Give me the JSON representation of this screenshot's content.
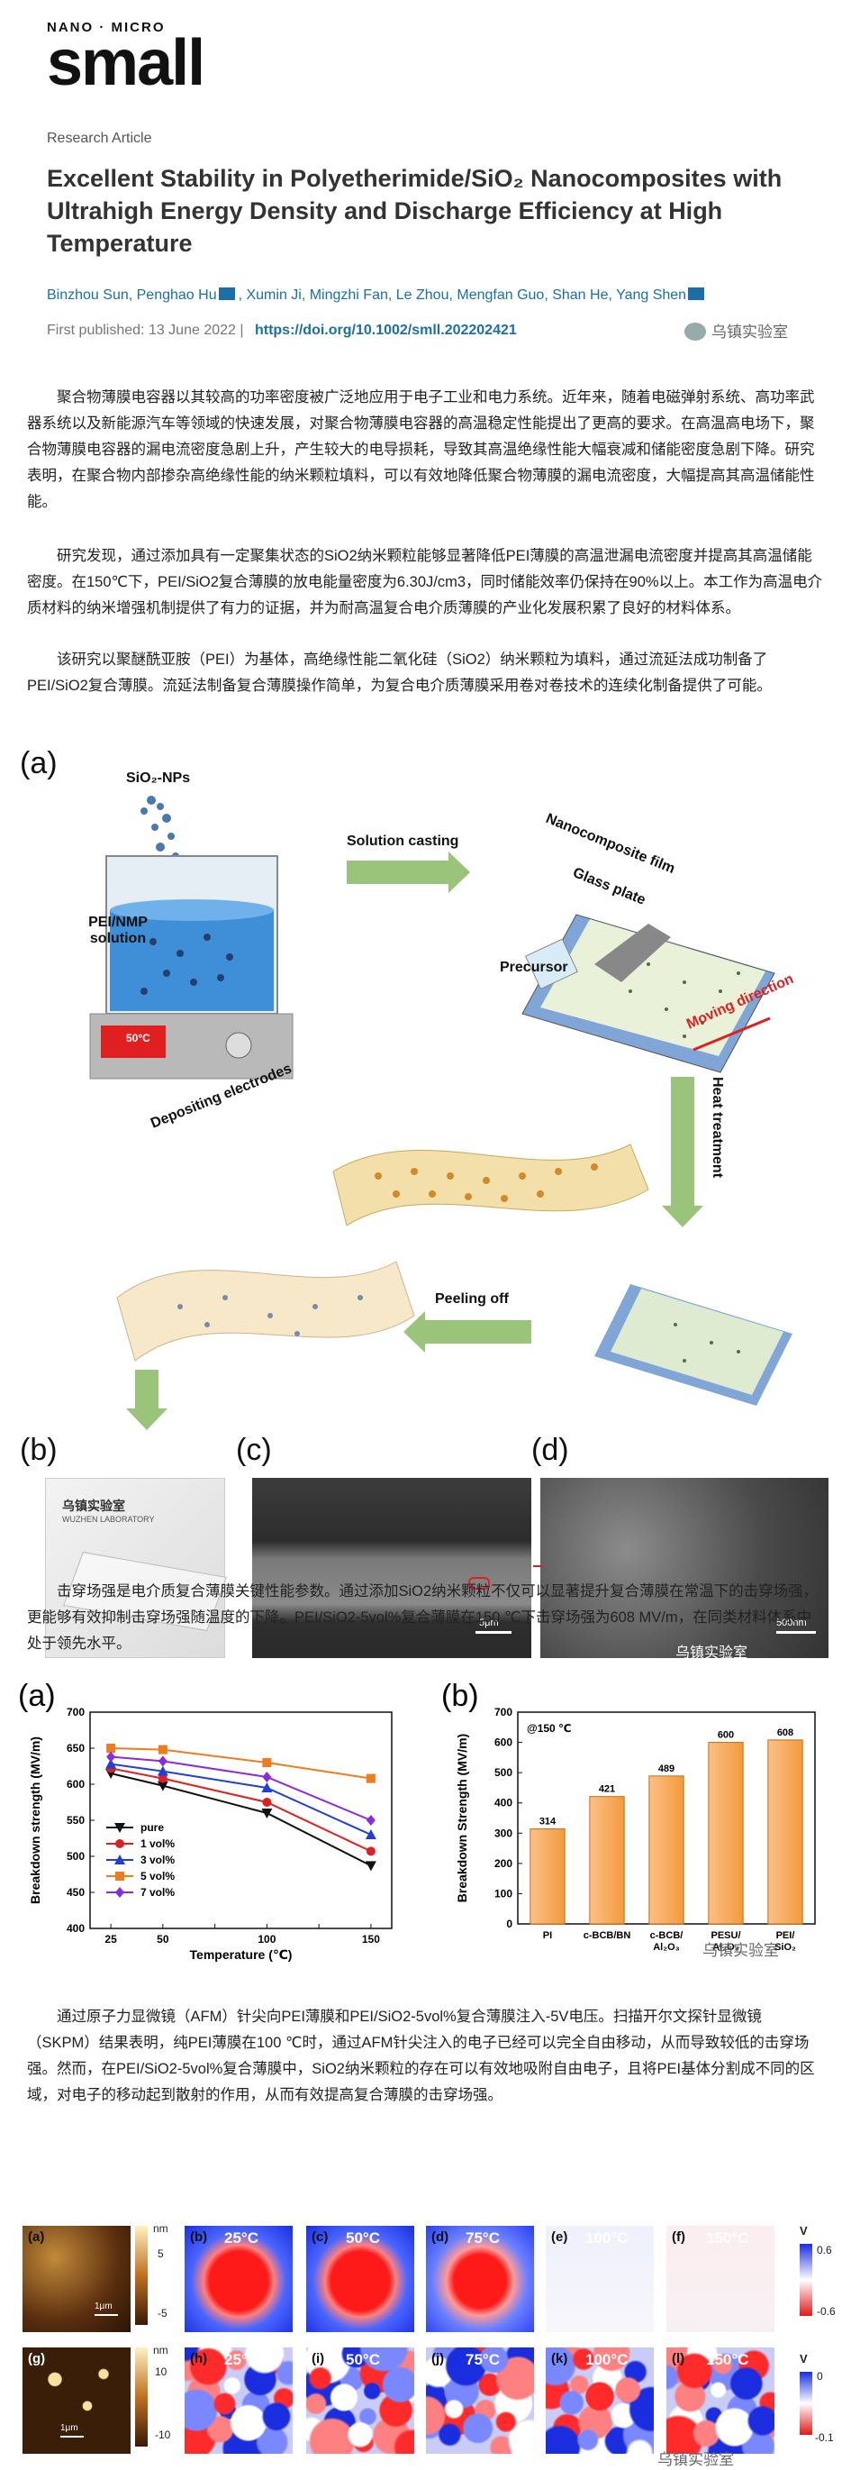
{
  "journal": {
    "top": "NANO · MICRO",
    "name": "small"
  },
  "article_type": "Research Article",
  "title": "Excellent Stability in Polyetherimide/SiO₂ Nanocomposites with Ultrahigh Energy Density and Discharge Efficiency at High Temperature",
  "authors_a": "Binzhou Sun, Penghao Hu",
  "authors_b": "Xumin Ji, Mingzhi Fan, Le Zhou, Mengfan Guo, Shan He, Yang Shen",
  "published_label": "First published: 13 June 2022",
  "doi": "https://doi.org/10.1002/smll.202202421",
  "watermark": "乌镇实验室",
  "paragraphs": {
    "p1": "聚合物薄膜电容器以其较高的功率密度被广泛地应用于电子工业和电力系统。近年来，随着电磁弹射系统、高功率武器系统以及新能源汽车等领域的快速发展，对聚合物薄膜电容器的高温稳定性能提出了更高的要求。在高温高电场下，聚合物薄膜电容器的漏电流密度急剧上升，产生较大的电导损耗，导致其高温绝缘性能大幅衰减和储能密度急剧下降。研究表明，在聚合物内部掺杂高绝缘性能的纳米颗粒填料，可以有效地降低聚合物薄膜的漏电流密度，大幅提高其高温储能性能。",
    "p2": "研究发现，通过添加具有一定聚集状态的SiO2纳米颗粒能够显著降低PEI薄膜的高温泄漏电流密度并提高其高温储能密度。在150℃下，PEI/SiO2复合薄膜的放电能量密度为6.30J/cm3，同时储能效率仍保持在90%以上。本工作为高温电介质材料的纳米增强机制提供了有力的证据，并为耐高温复合电介质薄膜的产业化发展积累了良好的材料体系。",
    "p3": "该研究以聚醚酰亚胺（PEI）为基体，高绝缘性能二氧化硅（SiO2）纳米颗粒为填料，通过流延法成功制备了PEI/SiO2复合薄膜。流延法制备复合薄膜操作简单，为复合电介质薄膜采用卷对卷技术的连续化制备提供了可能。",
    "p4": "击穿场强是电介质复合薄膜关键性能参数。通过添加SiO2纳米颗粒不仅可以显著提升复合薄膜在常温下的击穿场强，更能够有效抑制击穿场强随温度的下降。PEI/SiO2-5vol%复合薄膜在150 ℃下击穿场强为608 MV/m，在同类材料体系中处于领先水平。",
    "p5": "通过原子力显微镜（AFM）针尖向PEI薄膜和PEI/SiO2-5vol%复合薄膜注入-5V电压。扫描开尔文探针显微镜（SKPM）结果表明，纯PEI薄膜在100 ℃时，通过AFM针尖注入的电子已经可以完全自由移动，从而导致较低的击穿场强。然而，在PEI/SiO2-5vol%复合薄膜中，SiO2纳米颗粒的存在可以有效地吸附自由电子，且将PEI基体分割成不同的区域，对电子的移动起到散射的作用，从而有效提高复合薄膜的击穿场强。"
  },
  "figure1": {
    "labels": [
      "(a)",
      "(b)",
      "(c)",
      "(d)"
    ],
    "sio2": "SiO₂-NPs",
    "pei_nmp": "PEI/NMP solution",
    "heater_temp": "50°C",
    "solution_casting": "Solution casting",
    "nanocomposite_film": "Nanocomposite film",
    "glass_plate": "Glass plate",
    "precursor": "Precursor",
    "moving_direction": "Moving direction",
    "heat_treatment": "Heat treatment",
    "peeling_off": "Peeling off",
    "depositing_electrodes": "Depositing electrodes",
    "photo_text": "乌镇实验室",
    "photo_sub": "WUZHEN LABORATORY",
    "scale_c": "5μm",
    "scale_d": "500nm"
  },
  "chart_data": [
    {
      "type": "line",
      "label": "(a)",
      "x": [
        25,
        50,
        100,
        150
      ],
      "xlabel": "Temperature (℃)",
      "ylabel": "Breakdown strength (MV/m)",
      "ylim": [
        400,
        700
      ],
      "xticks": [
        "25",
        "50",
        "75",
        "100",
        "125",
        "150"
      ],
      "yticks": [
        "400",
        "450",
        "500",
        "550",
        "600",
        "650",
        "700"
      ],
      "legend": "bottom-left",
      "series": [
        {
          "name": "pure",
          "color": "#111111",
          "marker": "triangle-down",
          "values": [
            615,
            598,
            560,
            487
          ]
        },
        {
          "name": "1 vol%",
          "color": "#e02020",
          "marker": "circle",
          "values": [
            622,
            608,
            575,
            507
          ]
        },
        {
          "name": "3 vol%",
          "color": "#1f3fd6",
          "marker": "triangle-up",
          "values": [
            628,
            618,
            595,
            530
          ]
        },
        {
          "name": "5 vol%",
          "color": "#f07c1c",
          "marker": "square",
          "values": [
            650,
            648,
            630,
            608
          ]
        },
        {
          "name": "7 vol%",
          "color": "#8a2be2",
          "marker": "diamond",
          "values": [
            638,
            632,
            610,
            550
          ]
        }
      ]
    },
    {
      "type": "bar",
      "label": "(b)",
      "annotation": "@150 ℃",
      "categories": [
        "PI",
        "c-BCB/BN",
        "c-BCB/ Al₂O₃",
        "PESU/ Al₂O₃",
        "PEI/ SiO₂"
      ],
      "values": [
        314,
        421,
        489,
        600,
        608
      ],
      "ylabel": "Breakdown Strength (MV/m)",
      "ylim": [
        0,
        700
      ],
      "yticks": [
        "0",
        "100",
        "200",
        "300",
        "400",
        "500",
        "600",
        "700"
      ],
      "color": "#f39a3c"
    }
  ],
  "kpfm": {
    "top": {
      "labels": [
        "(a)",
        "(b)",
        "(c)",
        "(d)",
        "(e)",
        "(f)"
      ],
      "temps": [
        "25°C",
        "50°C",
        "75°C",
        "100°C",
        "150°C"
      ],
      "unit": "nm",
      "max": "5",
      "min": "-5",
      "vunit": "V",
      "vmax": "0.6",
      "vmin": "-0.6",
      "scale": "1μm"
    },
    "bottom": {
      "labels": [
        "(g)",
        "(h)",
        "(i)",
        "(j)",
        "(k)",
        "(l)"
      ],
      "temps": [
        "25°C",
        "50°C",
        "75°C",
        "100°C",
        "150°C"
      ],
      "unit": "nm",
      "max": "10",
      "min": "-10",
      "vunit": "V",
      "vmax": "0",
      "vmin": "-0.1",
      "scale": "1μm"
    }
  }
}
